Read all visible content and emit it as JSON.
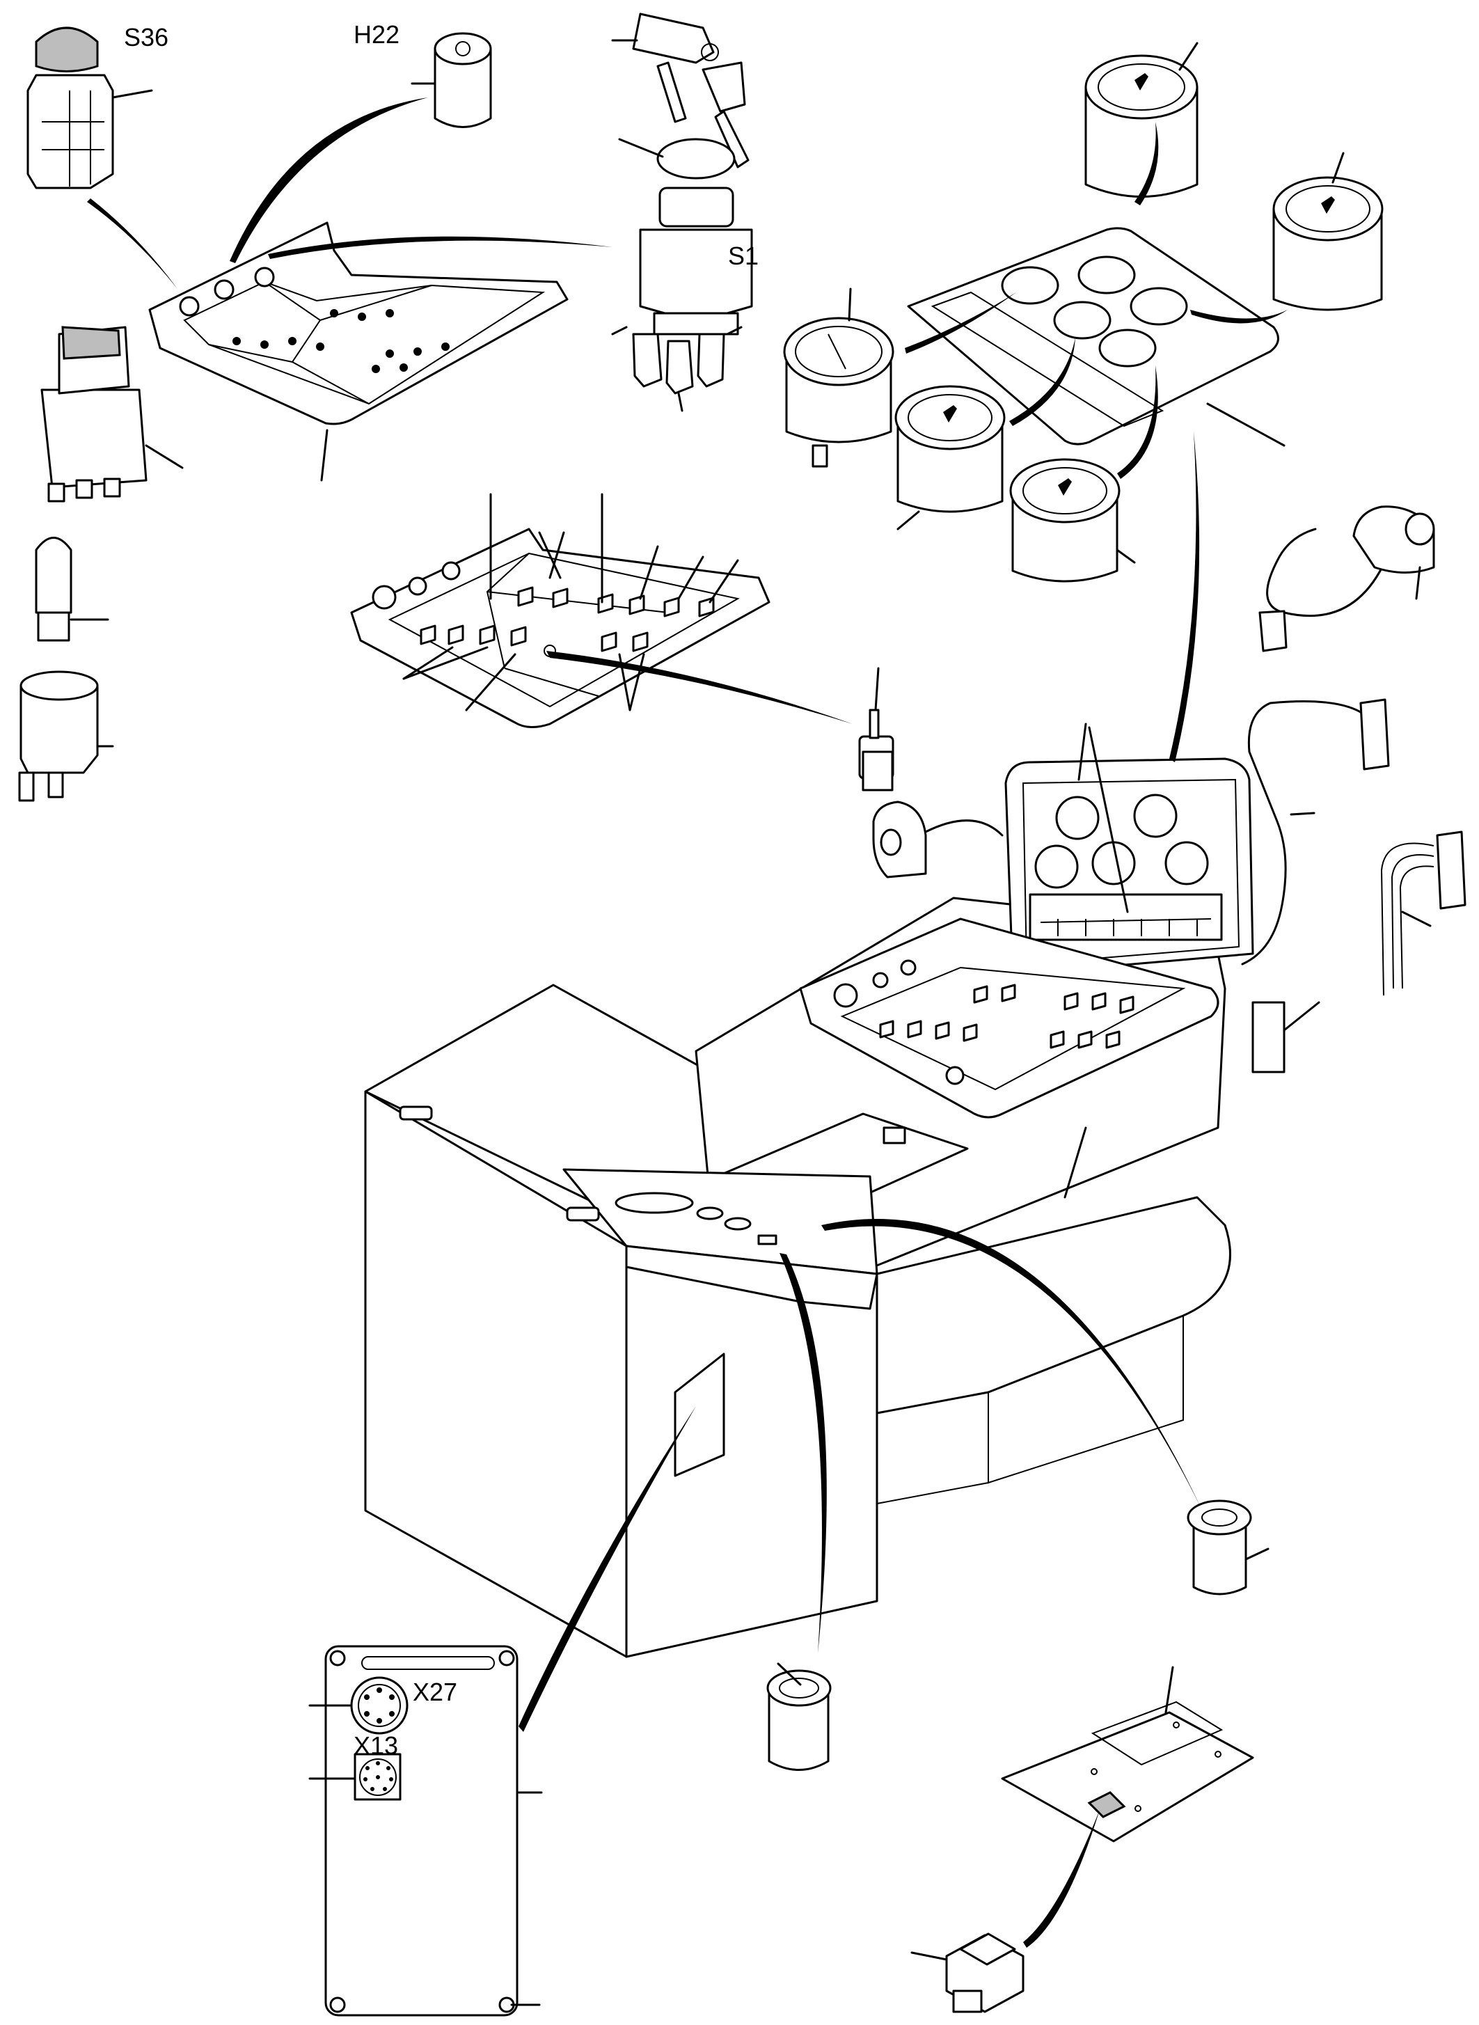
{
  "labels": {
    "s36": "S36",
    "h22": "H22",
    "s1": "S1",
    "x27": "X27",
    "x13": "X13"
  }
}
